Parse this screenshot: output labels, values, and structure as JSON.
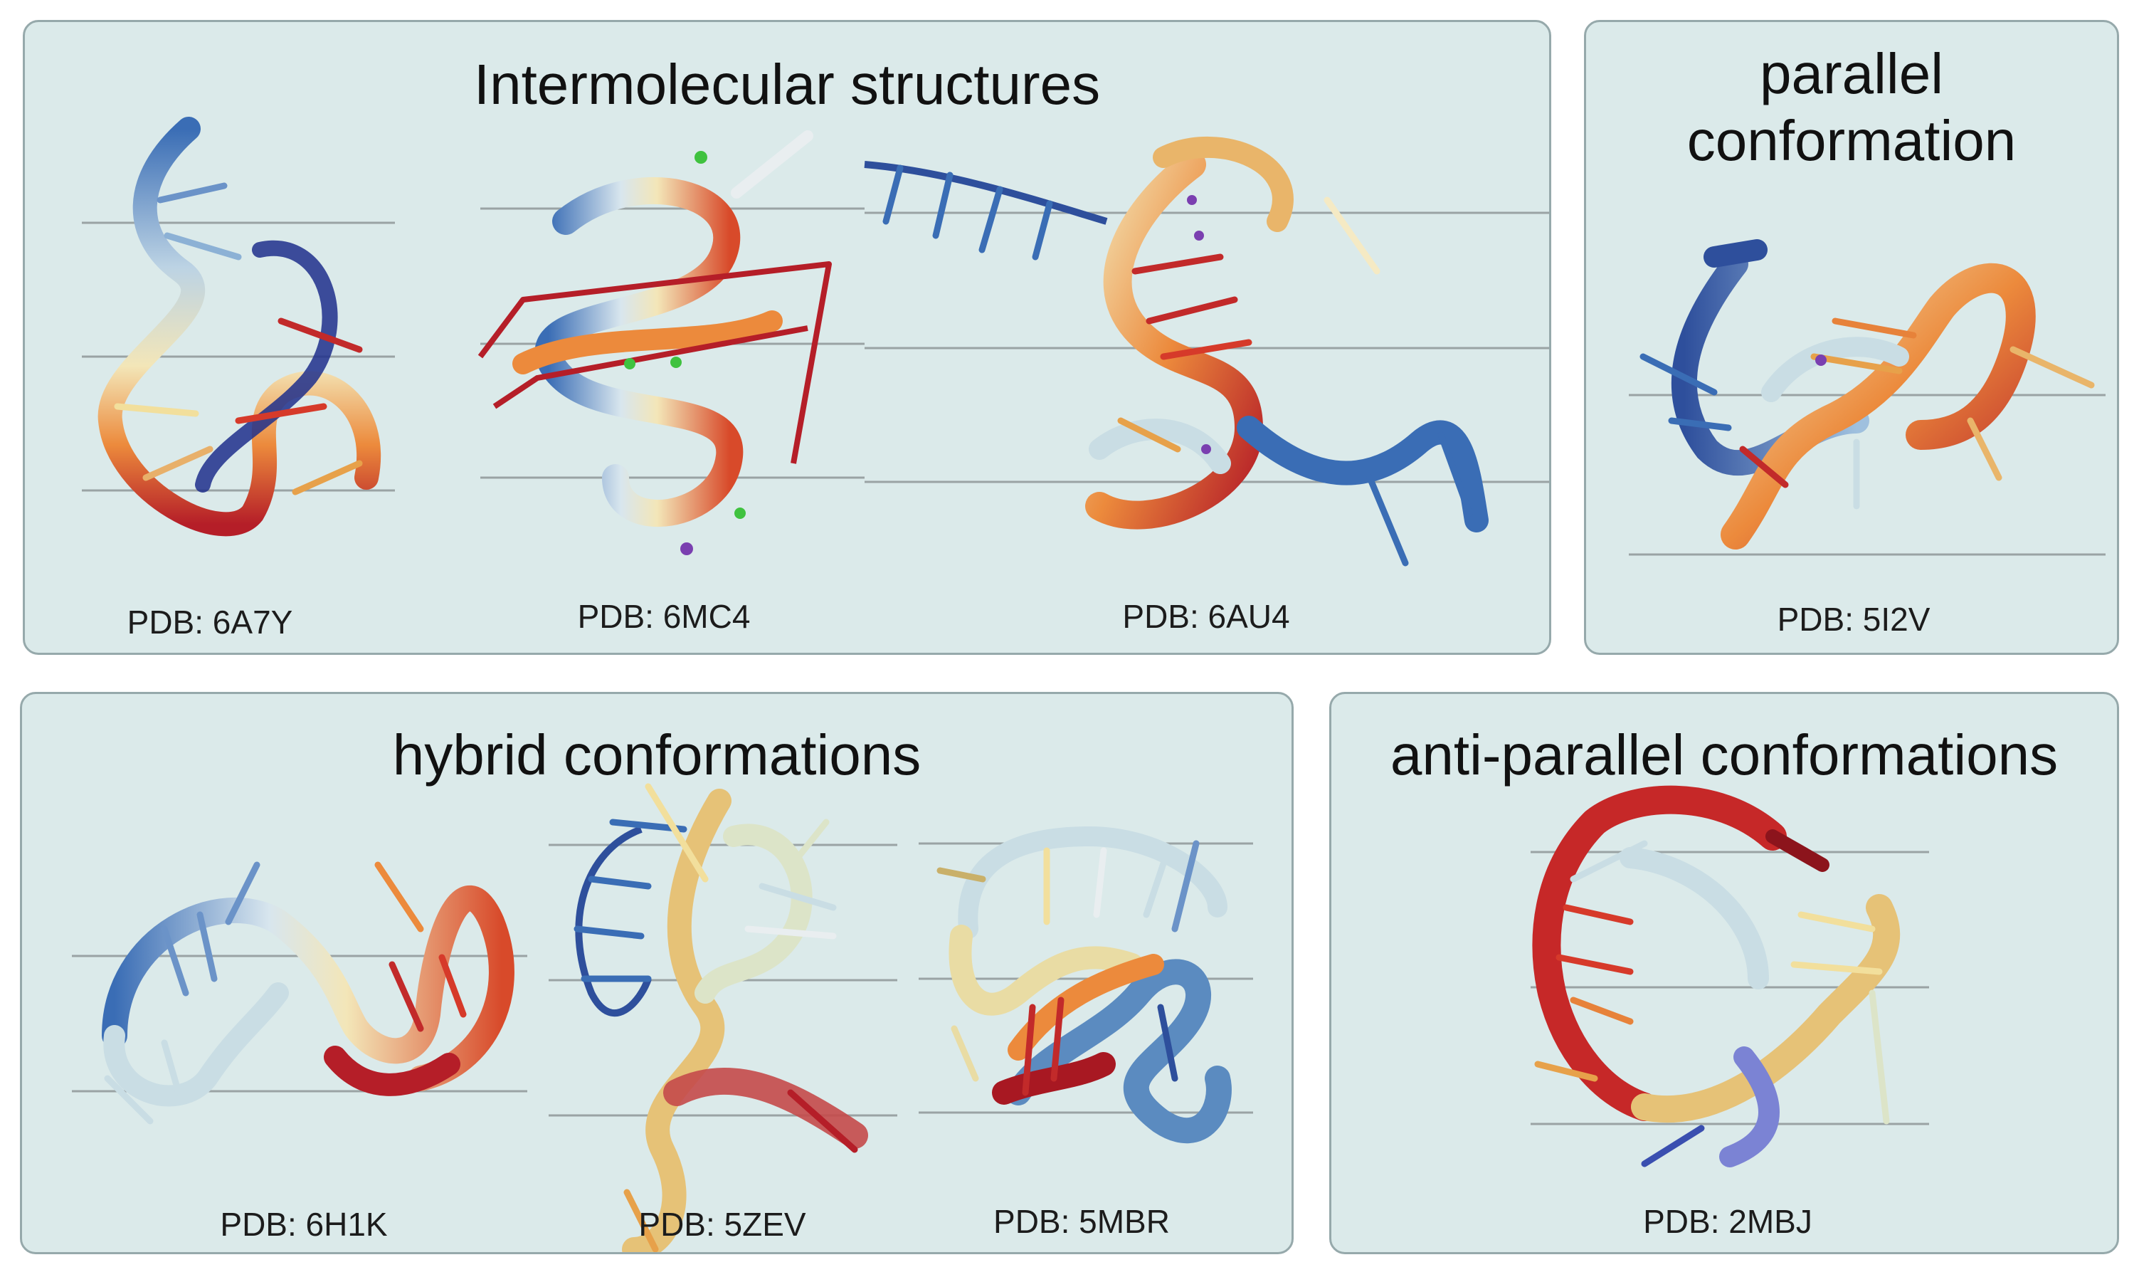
{
  "panels": {
    "intermolecular": {
      "title": "Intermolecular structures",
      "structures": [
        {
          "label": "PDB: 6A7Y"
        },
        {
          "label": "PDB: 6MC4"
        },
        {
          "label": "PDB: 6AU4"
        }
      ]
    },
    "parallel": {
      "title_line1": "parallel",
      "title_line2": "conformation",
      "structures": [
        {
          "label": "PDB: 5I2V"
        }
      ]
    },
    "hybrid": {
      "title": "hybrid conformations",
      "structures": [
        {
          "label": "PDB: 6H1K"
        },
        {
          "label": "PDB: 5ZEV"
        },
        {
          "label": "PDB: 5MBR"
        }
      ]
    },
    "antiparallel": {
      "title": "anti-parallel conformations",
      "structures": [
        {
          "label": "PDB: 2MBJ"
        }
      ]
    }
  },
  "colors": {
    "panel_background": "#dbeaea",
    "panel_border": "#96a9ab",
    "tetrad_plane_line": "#9aa3a4",
    "ribbon_blue": "#3a6db5",
    "ribbon_light": "#f3e6b8",
    "ribbon_orange": "#ec8a3c",
    "ribbon_red": "#b51e28",
    "ion_green": "#3fc23f",
    "ion_purple": "#7a3fb0"
  }
}
